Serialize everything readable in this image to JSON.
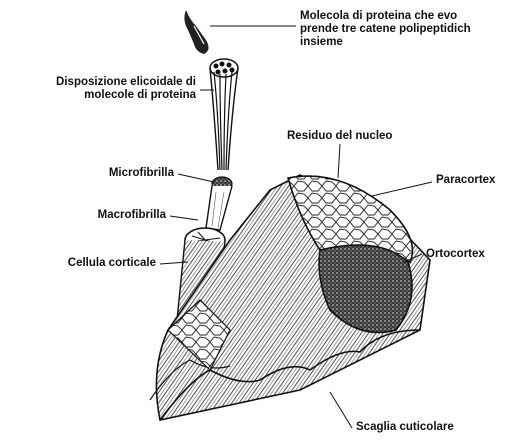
{
  "labels": {
    "molecola_proteina": [
      "Molecola di proteina che evo",
      "prende tre catene polipeptidich",
      "insieme"
    ],
    "disposizione_elicoidale": [
      "Disposizione elicoidale di",
      "molecole di proteina"
    ],
    "microfibrilla": "Microfibrilla",
    "macrofibrilla": "Macrofibrilla",
    "cellula_corticale": "Cellula corticale",
    "residuo_nucleo": "Residuo del nucleo",
    "paracortex": "Paracortex",
    "ortocortex": "Ortocortex",
    "scaglia_cuticolare": "Scaglia cuticolare"
  }
}
